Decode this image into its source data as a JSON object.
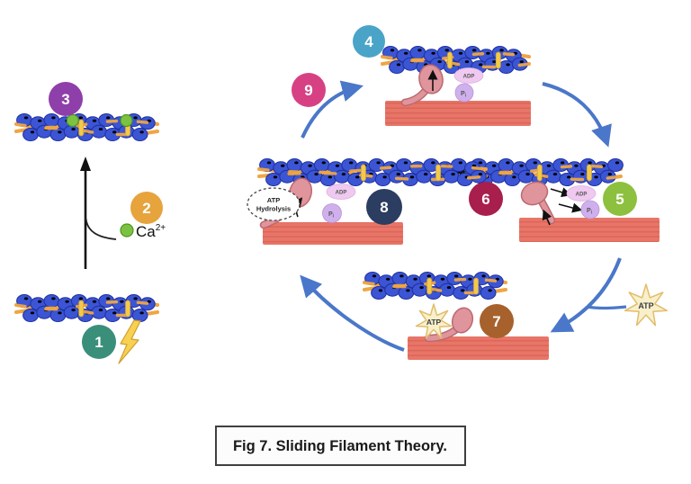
{
  "caption": "Fig 7. Sliding Filament Theory.",
  "steps": {
    "s1": {
      "number": "1",
      "color": "#3a8f7b"
    },
    "s2": {
      "number": "2",
      "color": "#e7a33c"
    },
    "s3": {
      "number": "3",
      "color": "#8f3fa9"
    },
    "s4": {
      "number": "4",
      "color": "#4aa4c8"
    },
    "s5": {
      "number": "5",
      "color": "#8cc03e"
    },
    "s6": {
      "number": "6",
      "color": "#a81e4c"
    },
    "s7": {
      "number": "7",
      "color": "#a6612c"
    },
    "s8": {
      "number": "8",
      "color": "#2b3d60"
    },
    "s9": {
      "number": "9",
      "color": "#d74184"
    }
  },
  "labels": {
    "adp": "ADP",
    "p_base": "P",
    "p_sub": "i",
    "atp": "ATP",
    "atp_hydrolysis_line1": "ATP",
    "atp_hydrolysis_line2": "Hydrolysis",
    "calcium_base": "Ca",
    "calcium_sup": "2+"
  },
  "colors": {
    "actin_bead": "#3b55d4",
    "actin_bead_outline": "#1f2f9e",
    "tropomyosin": "#efa542",
    "troponin": "#f2c94c",
    "calcium_ion": "#7cc242",
    "calcium_ion_outline": "#4f9722",
    "myosin_filament": "#e87668",
    "myosin_filament_stripe": "#d95f55",
    "myosin_head": "#e0949b",
    "myosin_head_outline": "#bb6970",
    "adp_bubble": "#efc9ef",
    "pi_bubble": "#cfb0ec",
    "atp_star": "#f7f0cb",
    "atp_star_outline": "#e2bd6b",
    "cycle_arrow": "#4a77c9",
    "annotation_arrow": "#111111",
    "lightning": "#f8d152"
  }
}
